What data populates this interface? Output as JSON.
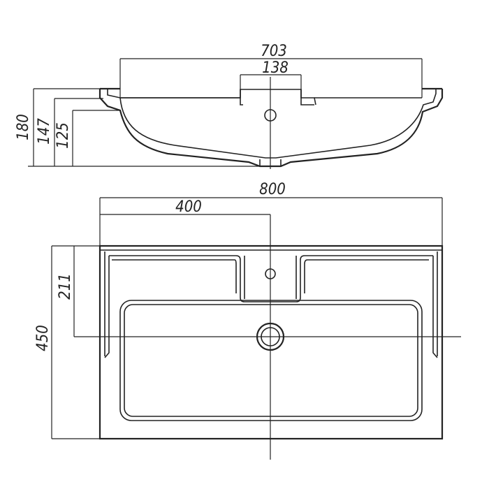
{
  "drawing": {
    "dimensions": {
      "overall_width_top": "703",
      "tap_hole_width": "138",
      "height_overall": "180",
      "height_middle": "147",
      "height_inner": "125",
      "overall_width_plan": "800",
      "center_to_edge": "400",
      "front_to_tap": "211",
      "depth": "450"
    }
  }
}
